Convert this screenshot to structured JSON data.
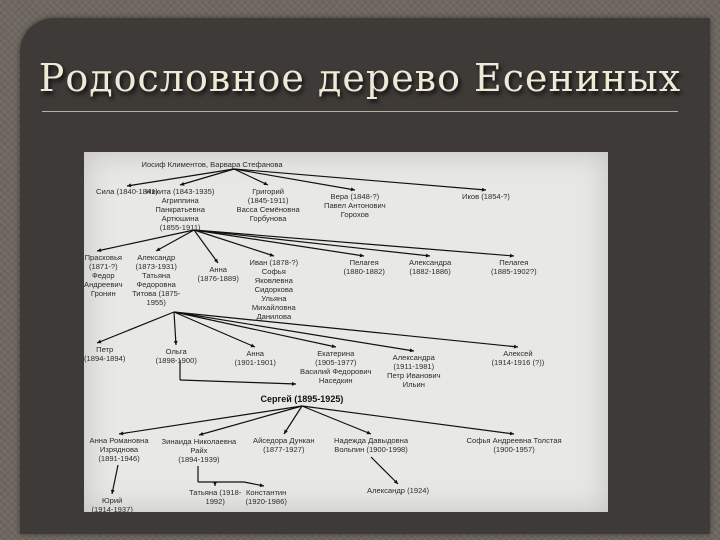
{
  "slide": {
    "title": "Родословное дерево Есениных"
  },
  "tree": {
    "root": [
      "Иосиф Климентов, Варвара Стефанова"
    ],
    "gen1": [
      [
        "Сила (1840-1841)"
      ],
      [
        "Никита (1843-1935)",
        "Агриппина",
        "Панкратьевна",
        "Артюшина",
        "(1855-1911)"
      ],
      [
        "Григорий",
        "(1845-1911)",
        "Васса Семёновна",
        "Горбунова"
      ],
      [
        "Вера (1848-?)",
        "Павел Антонович",
        "Горохов"
      ],
      [
        "Иков (1854-?)"
      ]
    ],
    "gen2": [
      [
        "Прасковья",
        "(1871-?)",
        "Федор",
        "Андреевич",
        "Гронин"
      ],
      [
        "Александр",
        "(1873-1931)",
        "Татьяна",
        "Федоровна",
        "Титова (1875-",
        "1955)"
      ],
      [
        "Анна",
        "(1876-1889)"
      ],
      [
        "Иван (1878-?)",
        "Софья",
        "Яковлевна",
        "Сидоркова",
        "Ульяна",
        "Михайловна",
        "Данилова"
      ],
      [
        "Пелагея",
        "(1880-1882)"
      ],
      [
        "Александра",
        "(1882-1886)"
      ],
      [
        "Пелагея",
        "(1885-1902?)"
      ]
    ],
    "gen3": [
      [
        "Петр",
        "(1894-1894)"
      ],
      [
        "Ольга",
        "(1898-1900)"
      ],
      [
        "Анна",
        "(1901-1901)"
      ],
      [
        "Екатерина",
        "(1905-1977)",
        "Василий Федорович",
        "Наседкин"
      ],
      [
        "Александра",
        "(1911-1981)",
        "Петр Иванович",
        "Ильин"
      ],
      [
        "Алексей",
        "(1914-1916 (?))"
      ]
    ],
    "sergei": [
      "Сергей (1895-1925)"
    ],
    "wives": [
      [
        "Анна Романовна",
        "Изряднова",
        "(1891-1946)"
      ],
      [
        "Зинаида Николаевна",
        "Райх",
        "(1894-1939)"
      ],
      [
        "Айседора Дункан",
        "(1877-1927)"
      ],
      [
        "Надежда Давыдовна",
        "Вольпин (1900-1998)"
      ],
      [
        "Софья Андреевна Толстая",
        "(1900-1957)"
      ]
    ],
    "children": [
      [
        "Юрий",
        "(1914-1937)"
      ],
      [
        "Татьяна (1918-",
        "1992)"
      ],
      [
        "Константин",
        "(1920-1986)"
      ],
      [
        "Александр (1924)"
      ]
    ]
  }
}
